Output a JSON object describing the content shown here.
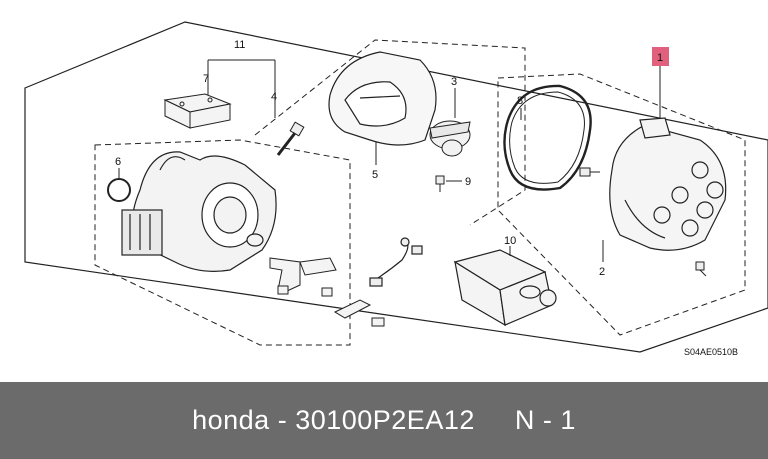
{
  "diagram": {
    "drawing_code": "S04AE0510B",
    "labels": {
      "p1": "1",
      "p2": "2",
      "p3": "3",
      "p4": "4",
      "p5": "5",
      "p6": "6",
      "p7": "7",
      "p8": "8",
      "p9": "9",
      "p10": "10",
      "p11": "11"
    },
    "highlight_color": "#e0607e"
  },
  "footer": {
    "brand": "honda",
    "separator": " - ",
    "part_number": "30100P2EA12",
    "gap": "     ",
    "note": "N - 1"
  }
}
